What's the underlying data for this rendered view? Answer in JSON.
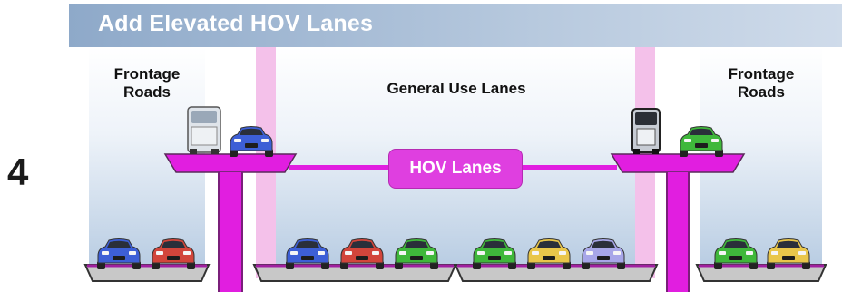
{
  "title": "Add Elevated HOV Lanes",
  "step_number": "4",
  "labels": {
    "frontage_left": "Frontage\nRoads",
    "frontage_right": "Frontage\nRoads",
    "general_use": "General Use Lanes",
    "hov": "HOV Lanes"
  },
  "vehicles": {
    "elevated_left": [
      "bus",
      "car-blue"
    ],
    "elevated_right": [
      "bus-dark",
      "car-green"
    ],
    "frontage_left": [
      "car-blue",
      "car-red"
    ],
    "general_left": [
      "car-blue",
      "car-red",
      "car-green"
    ],
    "general_right": [
      "car-green",
      "car-yellow",
      "car-lavender"
    ],
    "frontage_right": [
      "car-green",
      "car-yellow"
    ]
  },
  "colors": {
    "structure": "#e11ee0",
    "header": "#8ea9c9",
    "car_blue": "#3d5fd6",
    "car_red": "#d2453b",
    "car_green": "#3fb83b",
    "car_yellow": "#e9c64a",
    "car_lavender": "#a7a6e8"
  }
}
